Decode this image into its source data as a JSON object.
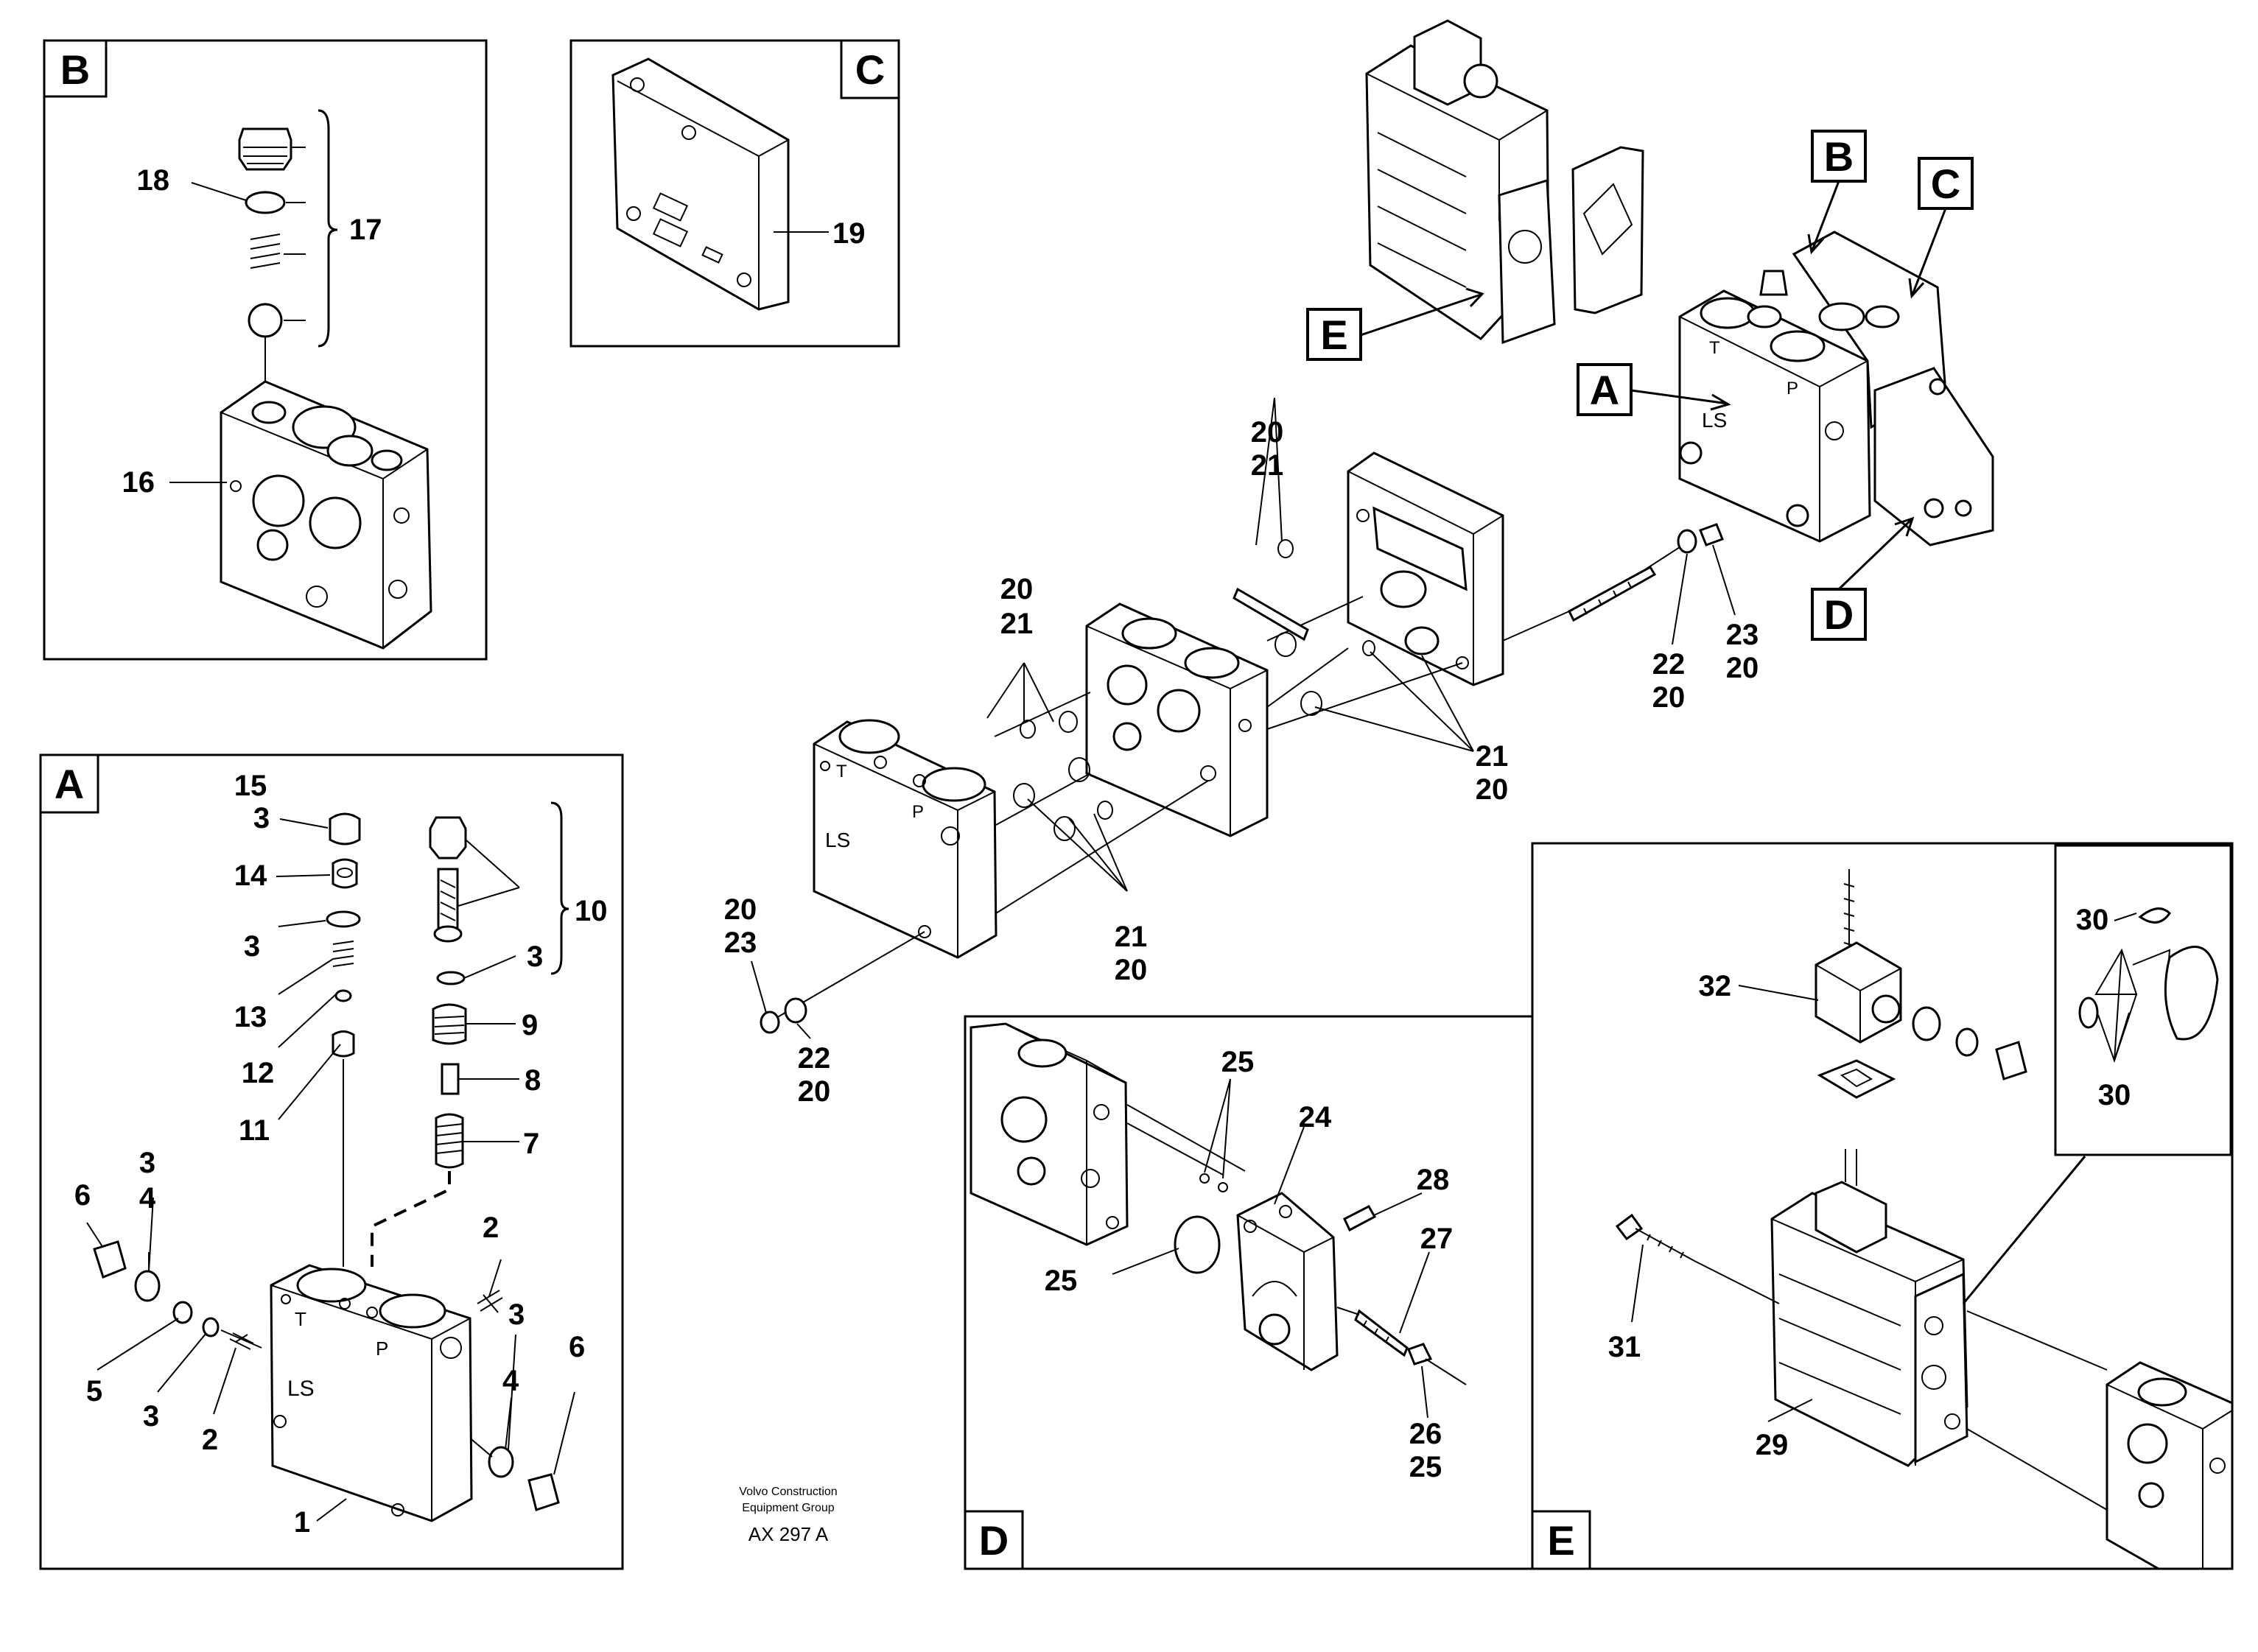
{
  "panels": {
    "A": {
      "letter": "A"
    },
    "B": {
      "letter": "B"
    },
    "C": {
      "letter": "C"
    },
    "D": {
      "letter": "D"
    },
    "E": {
      "letter": "E"
    }
  },
  "callouts": {
    "main": {
      "A": "A",
      "B": "B",
      "C": "C",
      "D": "D",
      "E": "E"
    },
    "block": {
      "T": "T",
      "P": "P",
      "LS": "LS"
    }
  },
  "labels": {
    "A": [
      {
        "id": "a15",
        "text": "15"
      },
      {
        "id": "a3a",
        "text": "3"
      },
      {
        "id": "a14",
        "text": "14"
      },
      {
        "id": "a3b",
        "text": "3"
      },
      {
        "id": "a13",
        "text": "13"
      },
      {
        "id": "a12",
        "text": "12"
      },
      {
        "id": "a11",
        "text": "11"
      },
      {
        "id": "a10",
        "text": "10"
      },
      {
        "id": "a3c",
        "text": "3"
      },
      {
        "id": "a9",
        "text": "9"
      },
      {
        "id": "a8",
        "text": "8"
      },
      {
        "id": "a7",
        "text": "7"
      },
      {
        "id": "a2a",
        "text": "2"
      },
      {
        "id": "a3d",
        "text": "3"
      },
      {
        "id": "a4a",
        "text": "4"
      },
      {
        "id": "a6a",
        "text": "6"
      },
      {
        "id": "a3e",
        "text": "3"
      },
      {
        "id": "a4b",
        "text": "4"
      },
      {
        "id": "a6b",
        "text": "6"
      },
      {
        "id": "a5",
        "text": "5"
      },
      {
        "id": "a3f",
        "text": "3"
      },
      {
        "id": "a2b",
        "text": "2"
      },
      {
        "id": "a1",
        "text": "1"
      }
    ],
    "B": [
      {
        "id": "b18",
        "text": "18"
      },
      {
        "id": "b17",
        "text": "17"
      },
      {
        "id": "b16",
        "text": "16"
      }
    ],
    "C": [
      {
        "id": "c19",
        "text": "19"
      }
    ],
    "main": [
      {
        "id": "m20a",
        "text": "20"
      },
      {
        "id": "m21a",
        "text": "21"
      },
      {
        "id": "m20b",
        "text": "20"
      },
      {
        "id": "m21b",
        "text": "21"
      },
      {
        "id": "m21c",
        "text": "21"
      },
      {
        "id": "m20c",
        "text": "20"
      },
      {
        "id": "m21d",
        "text": "21"
      },
      {
        "id": "m20d",
        "text": "20"
      },
      {
        "id": "m22a",
        "text": "22"
      },
      {
        "id": "m20e",
        "text": "20"
      },
      {
        "id": "m23a",
        "text": "23"
      },
      {
        "id": "m20f",
        "text": "20"
      },
      {
        "id": "m20g",
        "text": "20"
      },
      {
        "id": "m23b",
        "text": "23"
      },
      {
        "id": "m22b",
        "text": "22"
      },
      {
        "id": "m20h",
        "text": "20"
      }
    ],
    "D": [
      {
        "id": "d25a",
        "text": "25"
      },
      {
        "id": "d24",
        "text": "24"
      },
      {
        "id": "d28",
        "text": "28"
      },
      {
        "id": "d27",
        "text": "27"
      },
      {
        "id": "d25b",
        "text": "25"
      },
      {
        "id": "d26",
        "text": "26"
      },
      {
        "id": "d25c",
        "text": "25"
      }
    ],
    "E": [
      {
        "id": "e30a",
        "text": "30"
      },
      {
        "id": "e30b",
        "text": "30"
      },
      {
        "id": "e32",
        "text": "32"
      },
      {
        "id": "e31",
        "text": "31"
      },
      {
        "id": "e29",
        "text": "29"
      }
    ]
  },
  "footer": {
    "line1": "Volvo Construction",
    "line2": "Equipment Group",
    "code": "AX 297 A"
  }
}
